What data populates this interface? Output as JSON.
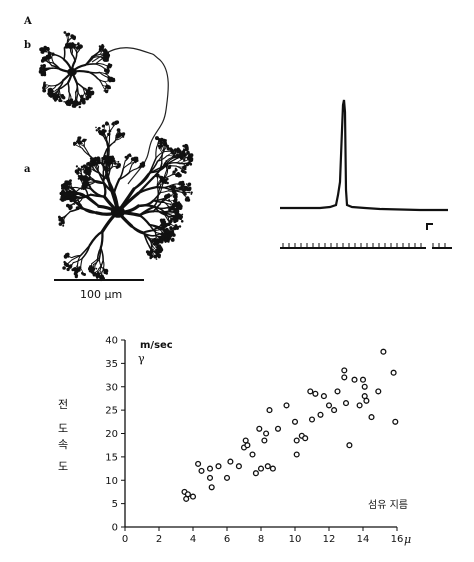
{
  "figure_top": {
    "panel_labels": [
      "A",
      "b",
      "a"
    ],
    "scale_bar_label": "100 μm"
  },
  "chart_data": {
    "type": "scatter",
    "title": "",
    "xlabel": "섬유 지름",
    "x_unit": "μ",
    "ylabel": "전도 속도",
    "y_unit": "m/sec",
    "y_symbol": "γ",
    "xlim": [
      0,
      16
    ],
    "ylim": [
      0,
      40
    ],
    "x_ticks": [
      0,
      2,
      4,
      6,
      8,
      10,
      12,
      14,
      16
    ],
    "y_ticks": [
      0,
      5,
      10,
      15,
      20,
      25,
      30,
      35,
      40
    ],
    "grid": false,
    "points": [
      [
        3.5,
        7.5
      ],
      [
        3.6,
        6
      ],
      [
        3.7,
        7
      ],
      [
        4.0,
        6.5
      ],
      [
        4.3,
        13.5
      ],
      [
        4.5,
        12
      ],
      [
        5.0,
        12.5
      ],
      [
        5.0,
        10.5
      ],
      [
        5.1,
        8.5
      ],
      [
        5.5,
        13
      ],
      [
        6.0,
        10.5
      ],
      [
        6.2,
        14
      ],
      [
        6.7,
        13
      ],
      [
        7.0,
        17
      ],
      [
        7.1,
        18.5
      ],
      [
        7.2,
        17.5
      ],
      [
        7.5,
        15.5
      ],
      [
        7.7,
        11.5
      ],
      [
        7.9,
        21
      ],
      [
        8.0,
        12.5
      ],
      [
        8.2,
        18.5
      ],
      [
        8.3,
        20
      ],
      [
        8.4,
        13
      ],
      [
        8.5,
        25
      ],
      [
        8.7,
        12.5
      ],
      [
        9.0,
        21
      ],
      [
        9.5,
        26
      ],
      [
        10.0,
        22.5
      ],
      [
        10.1,
        18.5
      ],
      [
        10.1,
        15.5
      ],
      [
        10.4,
        19.5
      ],
      [
        10.6,
        19
      ],
      [
        10.9,
        29
      ],
      [
        11.0,
        23
      ],
      [
        11.2,
        28.5
      ],
      [
        11.5,
        24
      ],
      [
        11.7,
        28
      ],
      [
        12.0,
        26
      ],
      [
        12.3,
        25
      ],
      [
        12.5,
        29
      ],
      [
        12.9,
        33.5
      ],
      [
        12.9,
        32
      ],
      [
        13.0,
        26.5
      ],
      [
        13.2,
        17.5
      ],
      [
        13.5,
        31.5
      ],
      [
        13.8,
        26
      ],
      [
        14.0,
        31.5
      ],
      [
        14.1,
        30
      ],
      [
        14.1,
        28
      ],
      [
        14.2,
        27
      ],
      [
        14.5,
        23.5
      ],
      [
        14.9,
        29
      ],
      [
        15.2,
        37.5
      ],
      [
        15.8,
        33
      ],
      [
        15.9,
        22.5
      ]
    ]
  }
}
